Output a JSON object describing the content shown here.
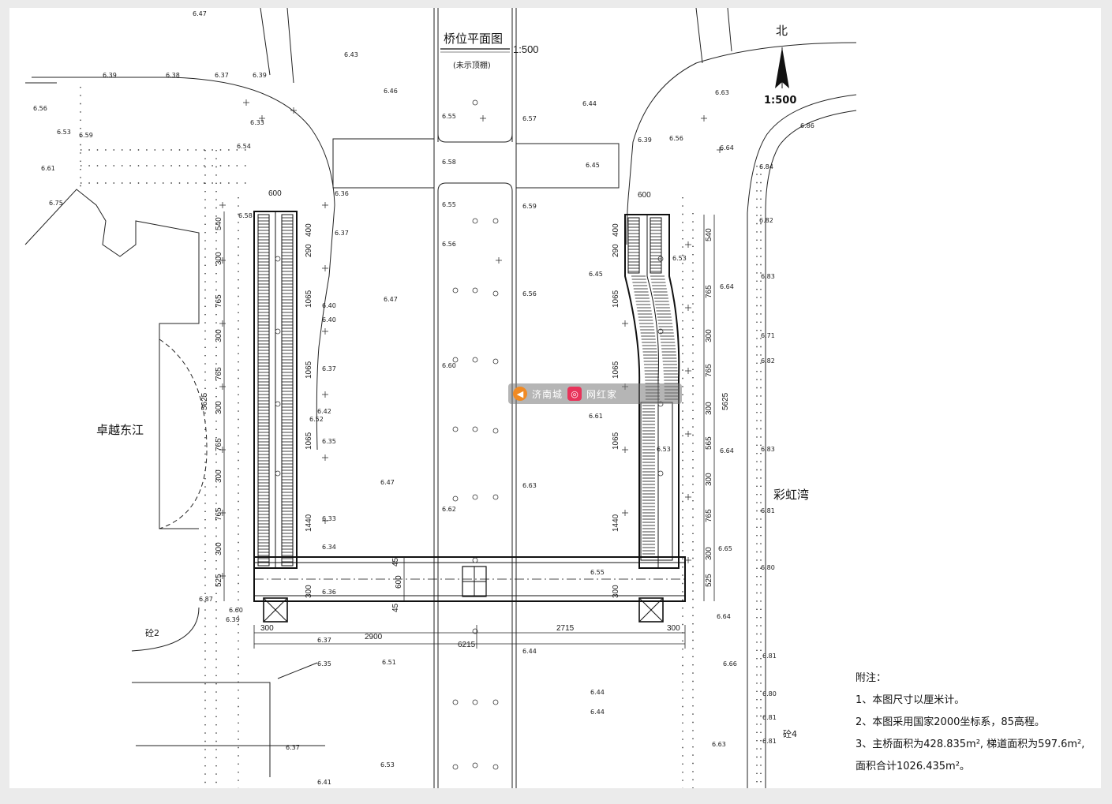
{
  "title": {
    "main": "桥位平面图",
    "scale": "1:500",
    "subtitle": "(未示顶棚)"
  },
  "north": {
    "label": "北",
    "scale": "1:500"
  },
  "places": {
    "left": "卓越东江",
    "right": "彩虹湾",
    "bottom_left": "砼2",
    "bottom_right": "砼4"
  },
  "dimensions": {
    "left_top": "600",
    "right_top": "600",
    "left_col": [
      "540",
      "300",
      "765",
      "300",
      "765",
      "300",
      "765",
      "300",
      "765",
      "300",
      "525"
    ],
    "left_total": "5625",
    "right_col": [
      "540",
      "765",
      "300",
      "765",
      "300",
      "565",
      "300",
      "765",
      "300",
      "525"
    ],
    "right_total": "5625",
    "left_inner": [
      "400",
      "290",
      "1065",
      "1065",
      "1065",
      "1440"
    ],
    "right_inner": [
      "400",
      "290",
      "1065",
      "1065",
      "1065",
      "1440"
    ],
    "bridge": [
      "45",
      "600",
      "45"
    ],
    "small_300_left": "300",
    "small_300_right": "300",
    "bottom_left_span": "2900",
    "bottom_right_span": "2715",
    "bottom_total": "6215",
    "bottom_left_small": "300",
    "bottom_right_small": "300"
  },
  "elevations": [
    "6.47",
    "6.39",
    "6.38",
    "6.37",
    "6.39",
    "6.56",
    "6.53",
    "6.54",
    "6.59",
    "6.61",
    "6.33",
    "6.36",
    "6.75",
    "6.58",
    "6.37",
    "6.55",
    "6.56",
    "6.47",
    "6.40",
    "6.40",
    "6.37",
    "6.60",
    "6.42",
    "6.35",
    "6.62",
    "6.47",
    "6.33",
    "6.34",
    "6.36",
    "6.37",
    "6.51",
    "6.35",
    "6.55",
    "6.39",
    "6.37",
    "6.41",
    "6.53",
    "6.43",
    "6.46",
    "6.58",
    "6.59",
    "6.45",
    "6.57",
    "6.56",
    "6.55",
    "6.44",
    "6.63",
    "6.39",
    "6.56",
    "6.64",
    "6.86",
    "6.84",
    "6.82",
    "6.83",
    "6.71",
    "6.82",
    "6.83",
    "6.81",
    "6.80",
    "6.64",
    "6.66",
    "6.81",
    "6.80",
    "6.81",
    "6.81",
    "6.45",
    "6.61",
    "6.63",
    "6.53",
    "6.65",
    "6.64",
    "6.64",
    "6.44",
    "6.44",
    "6.44",
    "6.53",
    "6.63",
    "6.87",
    "6.60",
    "6.52"
  ],
  "notes": {
    "heading": "附注：",
    "items": [
      "1、本图尺寸以厘米计。",
      "2、本图采用国家2000坐标系，85高程。",
      "3、主桥面积为428.835m², 梯道面积为597.6m²,",
      "面积合计1026.435m²。"
    ]
  },
  "watermark": {
    "text_left": "济南城",
    "text_right": "网红家"
  }
}
